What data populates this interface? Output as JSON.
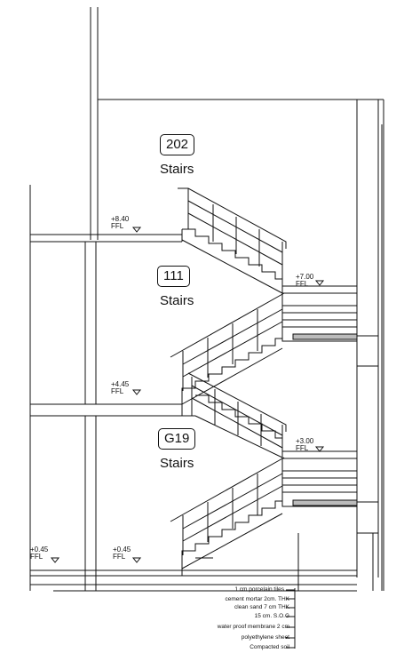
{
  "rooms": [
    {
      "number": "202",
      "name": "Stairs"
    },
    {
      "number": "111",
      "name": "Stairs"
    },
    {
      "number": "G19",
      "name": "Stairs"
    }
  ],
  "levels": [
    {
      "value": "+8.40",
      "ffl": "FFL"
    },
    {
      "value": "+7.00",
      "ffl": "FFL"
    },
    {
      "value": "+4.45",
      "ffl": "FFL"
    },
    {
      "value": "+3.00",
      "ffl": "FFL"
    },
    {
      "value": "+0.45",
      "ffl": "FFL"
    },
    {
      "value": "+0.45",
      "ffl": "FFL"
    }
  ],
  "floor_layers": [
    "1 cm porcelain tiles",
    "cement mortar 2cm. THK",
    "clean sand 7 cm THK",
    "15 cm. S.O.G",
    "water proof membrane 2 cm",
    "polyethylene sheet",
    "Compacted soil"
  ]
}
